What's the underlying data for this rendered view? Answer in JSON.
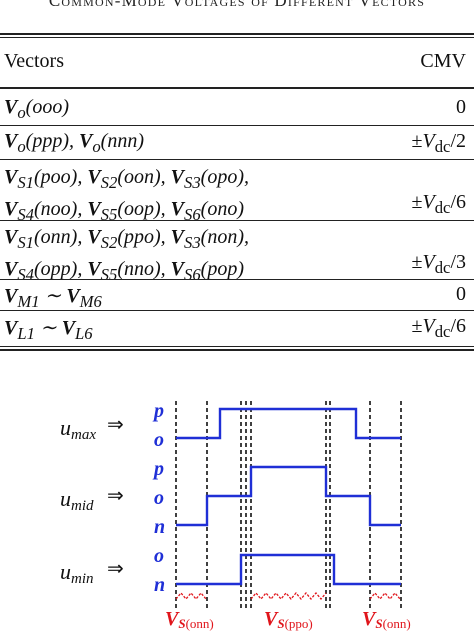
{
  "table": {
    "caption": "Common-Mode Voltages of Different Vectors",
    "headers": {
      "vectors": "Vectors",
      "cmv": "CMV"
    },
    "rows": [
      {
        "vectors": [
          "Vo(ooo)"
        ],
        "cmv": "0"
      },
      {
        "vectors": [
          "Vo(ppp), Vo(nnn)"
        ],
        "cmv": "±Vdc/2"
      },
      {
        "vectors": [
          "VS1(poo), VS2(oon), VS3(opo),",
          "VS4(noo), VS5(oop), VS6(ono)"
        ],
        "cmv": "±Vdc/6"
      },
      {
        "vectors": [
          "VS1(onn), VS2(ppo), VS3(non),",
          "VS4(opp), VS5(nno), VS6(pop)"
        ],
        "cmv": "±Vdc/3"
      },
      {
        "vectors": [
          "VM1 ~ VM6"
        ],
        "cmv": "0"
      },
      {
        "vectors": [
          "VL1 ~ VL6"
        ],
        "cmv": "±Vdc/6"
      }
    ]
  },
  "diagram": {
    "signals": [
      {
        "label": "umax",
        "levels": [
          "p",
          "o"
        ]
      },
      {
        "label": "umid",
        "levels": [
          "p",
          "o",
          "n"
        ]
      },
      {
        "label": "umin",
        "levels": [
          "o",
          "n"
        ]
      }
    ],
    "arrow": "⇒",
    "vectors": [
      "VS(onn)",
      "VS(ppo)",
      "VS(onn)"
    ],
    "colors": {
      "waveform": "#1f2fd6",
      "level_letters": "#1f2fd6",
      "vector_labels": "#e0151b",
      "zigzag": "#e0151b"
    }
  }
}
